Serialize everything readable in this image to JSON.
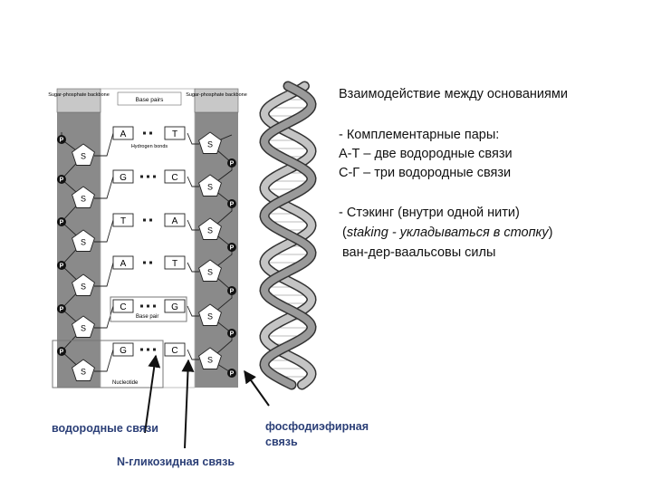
{
  "diagram": {
    "header_left": "Sugar-phosphate backbone",
    "header_mid": "Base pairs",
    "header_right": "Sugar-phosphate backbone",
    "hydrogen_bonds_label": "Hydrogen bonds",
    "base_pair_label": "Base pair",
    "nucleotide_label": "Nucleotide",
    "phosphate_letter": "P",
    "sugar_letter": "S",
    "pairs": [
      {
        "left": "A",
        "right": "T"
      },
      {
        "left": "G",
        "right": "C"
      },
      {
        "left": "T",
        "right": "A"
      },
      {
        "left": "A",
        "right": "T"
      },
      {
        "left": "C",
        "right": "G"
      },
      {
        "left": "G",
        "right": "C"
      }
    ]
  },
  "text": {
    "title": "Взаимодействие между основаниями",
    "complementary_heading": "- Комплементарные пары:",
    "at_pair": "А-Т – две водородные связи",
    "cg_pair": "С-Г – три водородные связи",
    "stacking_heading": "- Стэкинг (внутри одной нити)",
    "stacking_line2_open": "(",
    "stacking_line2_italic": "staking - укладываться в стопку",
    "stacking_line2_close": ")",
    "stacking_line3": "ван-дер-ваальсовы силы"
  },
  "labels": {
    "hydrogen_bonds": "водородные связи",
    "glycosidic_bond": "N-гликозидная связь",
    "phosphodiester_line1": "фосфодиэфирная",
    "phosphodiester_line2": "связь"
  },
  "colors": {
    "label_blue": "#2b3f77",
    "backbone_gray": "#8a8a8a",
    "strand_gray": "#9a9a9a"
  }
}
